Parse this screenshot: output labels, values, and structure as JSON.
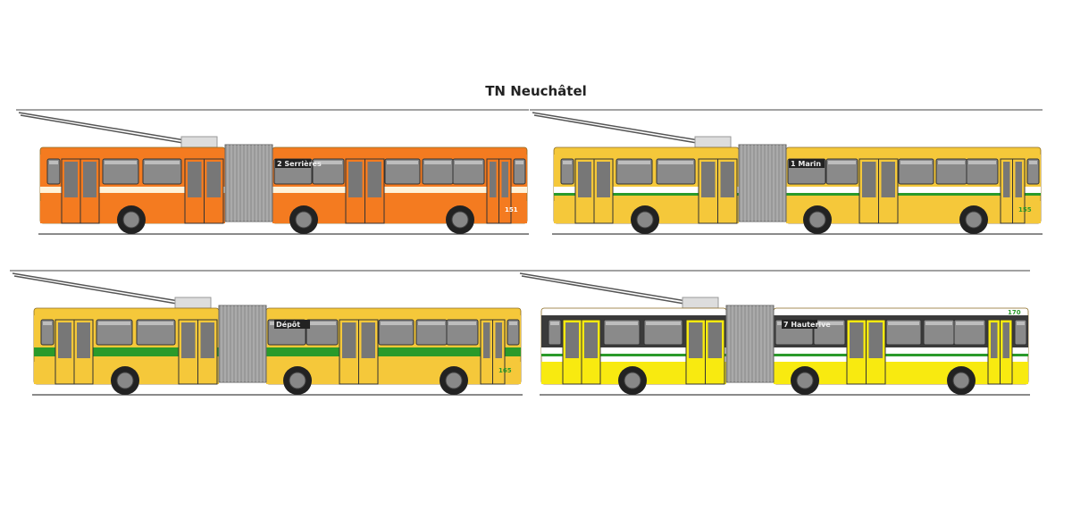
{
  "title": "TN Neuchâtel",
  "buses": [
    {
      "sign": "2  Serrières",
      "number": "151",
      "body": "#f47b20",
      "stripe": "#fff2d8",
      "stripe2": null,
      "top": "#f47b20",
      "band": "#f47b20",
      "lower": "#f47b20",
      "numColor": "#ffffff"
    },
    {
      "sign": "1  Marin",
      "number": "155",
      "body": "#f5c83a",
      "stripe": "#ffffff",
      "stripe2": "#2a9a2a",
      "top": "#f5c83a",
      "band": "#f5c83a",
      "lower": "#f5c83a",
      "numColor": "#2a9a2a"
    },
    {
      "sign": "Dépôt",
      "number": "165",
      "body": "#f5c83a",
      "stripe": "#2a9a2a",
      "stripe2": "#2a9a2a",
      "top": "#f5c83a",
      "band": "#f5c83a",
      "lower": "#f5c83a",
      "numColor": "#2a9a2a"
    },
    {
      "sign": "7  Hauterive",
      "number": "170",
      "body": "#ffffff",
      "stripe": "#ffffff",
      "stripe2": "#2a9a2a",
      "top": "#ffffff",
      "band": "#3a3a3a",
      "lower": "#f8ea10",
      "numColor": "#2a9a2a"
    }
  ]
}
